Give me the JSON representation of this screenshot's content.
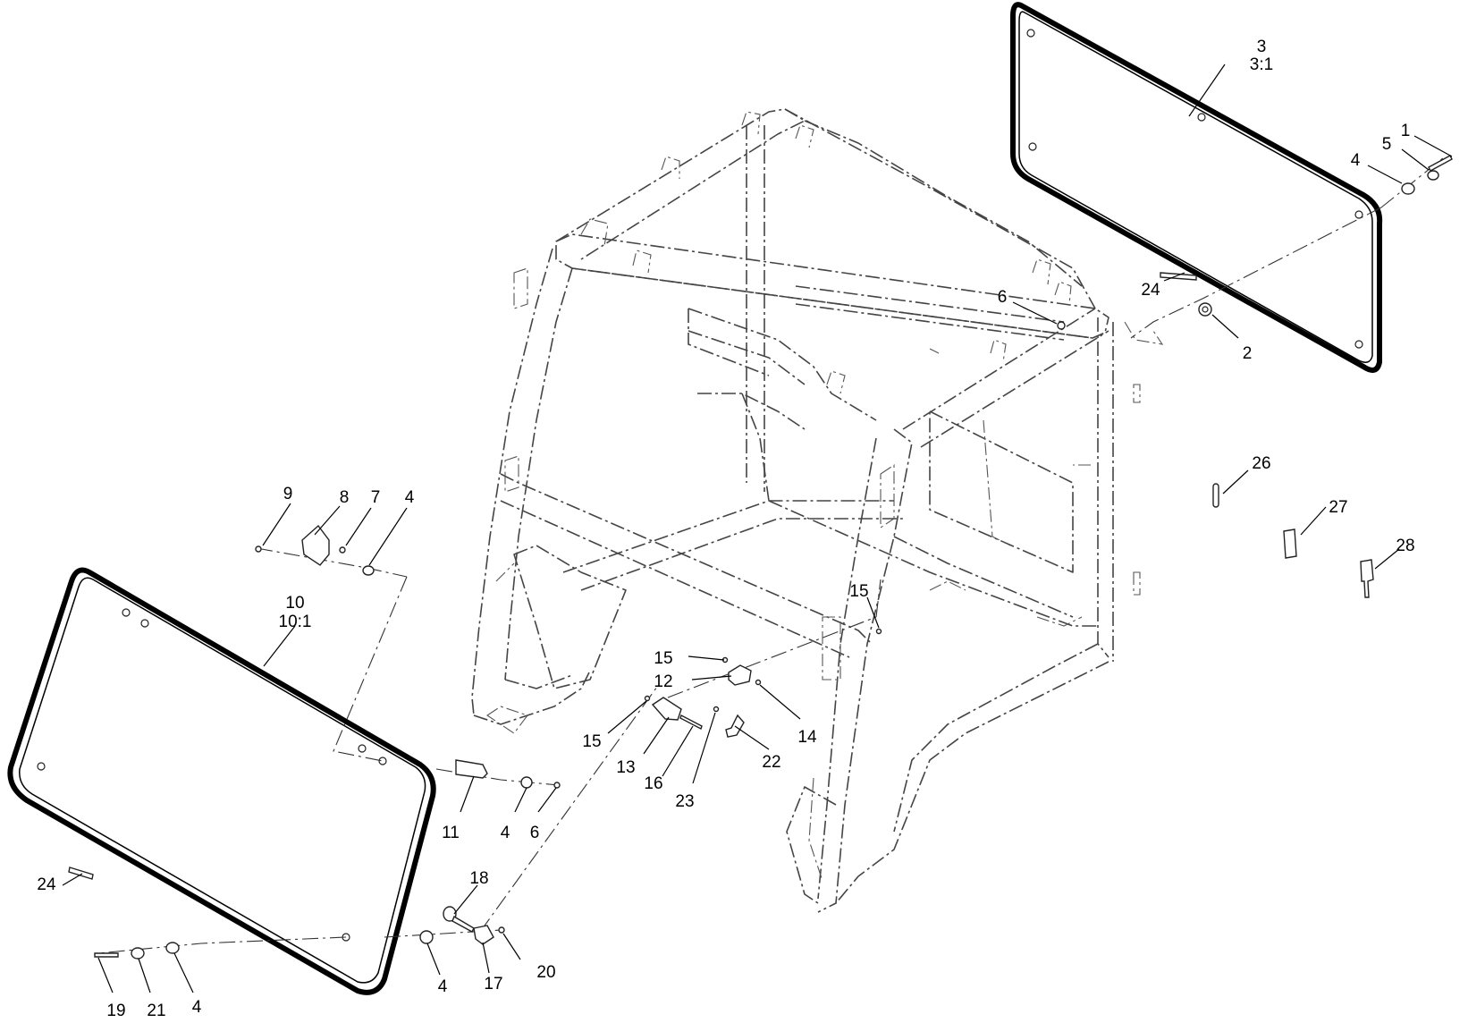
{
  "callouts": {
    "c1": "1",
    "c2": "2",
    "c3a": "3",
    "c3b": "3:1",
    "c4_rear": "4",
    "c5": "5",
    "c6_rear": "6",
    "c24_rear": "24",
    "c26": "26",
    "c27": "27",
    "c28": "28",
    "c9": "9",
    "c8": "8",
    "c7": "7",
    "c4_top": "4",
    "c10a": "10",
    "c10b": "10:1",
    "c15_a": "15",
    "c15_b": "15",
    "c15_c": "15",
    "c12": "12",
    "c14": "14",
    "c13": "13",
    "c16": "16",
    "c22": "22",
    "c23": "23",
    "c11": "11",
    "c4_mid": "4",
    "c6_mid": "6",
    "c24_front": "24",
    "c18": "18",
    "c20": "20",
    "c17": "17",
    "c4_low": "4",
    "c19": "19",
    "c21": "21",
    "c4_bottom": "4"
  }
}
